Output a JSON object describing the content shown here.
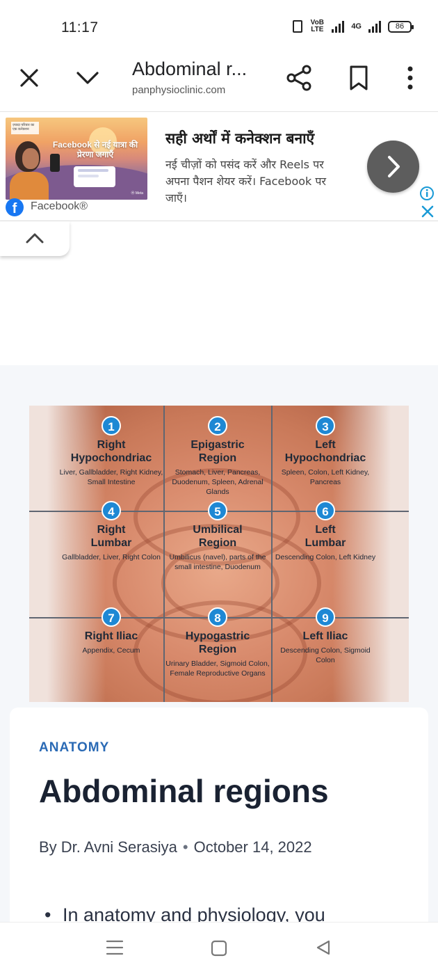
{
  "status_bar": {
    "time": "11:17",
    "volte_label": "VoB LTE",
    "network_label": "4G",
    "battery": "86"
  },
  "toolbar": {
    "title": "Abdominal r...",
    "url": "panphysioclinic.com"
  },
  "ad": {
    "image_text": "Facebook से नई यात्रा की प्रेरणा जगाएँ",
    "image_small_text": "ज़्यादा परिवार का एक कनेक्शन",
    "image_meta_tag": "Ⓜ Meta",
    "headline": "सही अर्थों में कनेक्शन बनाएँ",
    "body": "नई चीज़ों को पसंद करें और Reels पर अपना पैशन शेयर करें। Facebook पर जाएँ।",
    "advertiser": "Facebook®",
    "brand_color": "#1877f2"
  },
  "hero_image": {
    "regions": [
      {
        "number": "1",
        "name_line1": "Right",
        "name_line2": "Hypochondriac",
        "organs": "Liver, Gallbladder, Right Kidney, Small Intestine"
      },
      {
        "number": "2",
        "name_line1": "Epigastric",
        "name_line2": "Region",
        "organs": "Stomach, Liver, Pancreas, Duodenum, Spleen, Adrenal Glands"
      },
      {
        "number": "3",
        "name_line1": "Left",
        "name_line2": "Hypochondriac",
        "organs": "Spleen, Colon, Left Kidney, Pancreas"
      },
      {
        "number": "4",
        "name_line1": "Right",
        "name_line2": "Lumbar",
        "organs": "Gallbladder, Liver, Right Colon"
      },
      {
        "number": "5",
        "name_line1": "Umbilical",
        "name_line2": "Region",
        "organs": "Umbilicus (navel), parts of the small intestine, Duodenum"
      },
      {
        "number": "6",
        "name_line1": "Left",
        "name_line2": "Lumbar",
        "organs": "Descending Colon, Left Kidney"
      },
      {
        "number": "7",
        "name_line1": "Right Iliac",
        "name_line2": "",
        "organs": "Appendix, Cecum"
      },
      {
        "number": "8",
        "name_line1": "Hypogastric",
        "name_line2": "Region",
        "organs": "Urinary Bladder, Sigmoid Colon, Female Reproductive Organs"
      },
      {
        "number": "9",
        "name_line1": "Left Iliac",
        "name_line2": "",
        "organs": "Descending Colon, Sigmoid Colon"
      }
    ]
  },
  "article": {
    "category": "ANATOMY",
    "title": "Abdominal regions",
    "author": "By Dr. Avni Serasiya",
    "separator": "•",
    "date": "October 14, 2022",
    "first_bullet": "In anatomy and physiology, you"
  },
  "colors": {
    "category_blue": "#2a6ab5",
    "region_badge": "#1e88d4",
    "ad_button": "#5d5d5d",
    "ad_close": "#1a9ad6"
  },
  "icons": {
    "close": "close-icon",
    "minimize": "chevron-down-icon",
    "share": "share-icon",
    "bookmark": "bookmark-icon",
    "menu": "more-vert-icon",
    "ad_next": "chevron-right-icon",
    "ad_info": "info-icon",
    "ad_close": "close-icon",
    "collapse": "chevron-up-icon",
    "nav_recents": "menu-lines-icon",
    "nav_home": "square-icon",
    "nav_back": "triangle-back-icon"
  }
}
